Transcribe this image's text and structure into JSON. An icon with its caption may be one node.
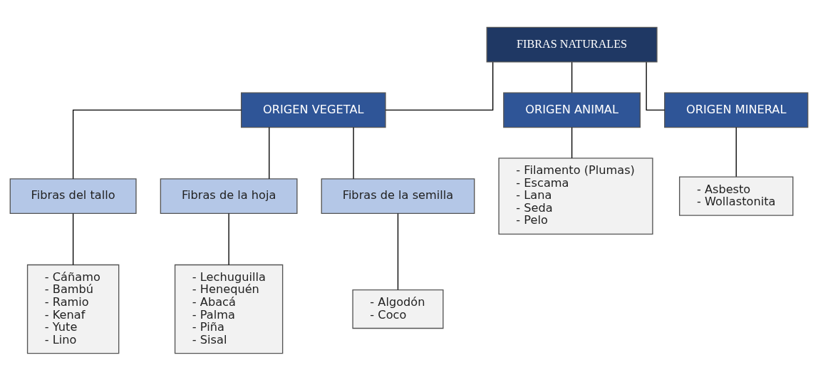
{
  "diagram": {
    "nodes": [
      {
        "text": [
          "FIBRAS NATURALES"
        ]
      },
      {
        "text": [
          "ORIGEN VEGETAL"
        ]
      },
      {
        "text": [
          "ORIGEN ANIMAL"
        ]
      },
      {
        "text": [
          "ORIGEN MINERAL"
        ]
      },
      {
        "text": [
          "Fibras del tallo"
        ]
      },
      {
        "text": [
          "Fibras de la hoja"
        ]
      },
      {
        "text": [
          "Fibras de la semilla"
        ]
      },
      {
        "text": [
          "- Cáñamo",
          "- Bambú",
          "- Ramio",
          "- Kenaf",
          "- Yute",
          "- Lino"
        ]
      },
      {
        "text": [
          "- Lechuguilla",
          "- Henequén",
          "- Abacá",
          "- Palma",
          "- Piña",
          "- Sisal"
        ]
      },
      {
        "text": [
          "- Algodón",
          "- Coco"
        ]
      },
      {
        "text": [
          "- Filamento (Plumas)",
          "- Escama",
          "- Lana",
          "- Seda",
          "- Pelo"
        ]
      },
      {
        "text": [
          "- Asbesto",
          "- Wollastonita"
        ]
      }
    ],
    "edges": [
      {
        "from": 0,
        "to": 1,
        "arrow": "none"
      },
      {
        "from": 0,
        "to": 2,
        "arrow": "none"
      },
      {
        "from": 0,
        "to": 3,
        "arrow": "none"
      },
      {
        "from": 1,
        "to": 4,
        "arrow": "none"
      },
      {
        "from": 1,
        "to": 5,
        "arrow": "none"
      },
      {
        "from": 1,
        "to": 6,
        "arrow": "none"
      },
      {
        "from": 4,
        "to": 7,
        "arrow": "none"
      },
      {
        "from": 5,
        "to": 8,
        "arrow": "none"
      },
      {
        "from": 6,
        "to": 9,
        "arrow": "none"
      },
      {
        "from": 2,
        "to": 10,
        "arrow": "none"
      },
      {
        "from": 3,
        "to": 11,
        "arrow": "none"
      }
    ]
  }
}
